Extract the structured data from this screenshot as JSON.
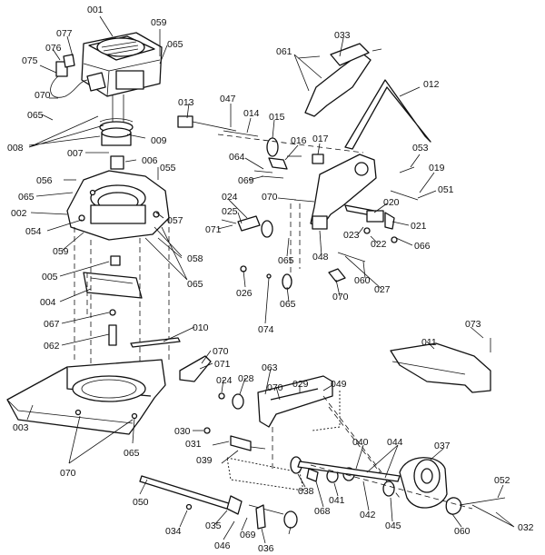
{
  "callouts": [
    {
      "id": "001",
      "text": "001"
    },
    {
      "id": "059a",
      "text": "059"
    },
    {
      "id": "065a",
      "text": "065"
    },
    {
      "id": "077",
      "text": "077"
    },
    {
      "id": "076",
      "text": "076"
    },
    {
      "id": "075",
      "text": "075"
    },
    {
      "id": "070a",
      "text": "070"
    },
    {
      "id": "065b",
      "text": "065"
    },
    {
      "id": "008",
      "text": "008"
    },
    {
      "id": "009",
      "text": "009"
    },
    {
      "id": "007",
      "text": "007"
    },
    {
      "id": "006",
      "text": "006"
    },
    {
      "id": "056",
      "text": "056"
    },
    {
      "id": "055",
      "text": "055"
    },
    {
      "id": "065c",
      "text": "065"
    },
    {
      "id": "002",
      "text": "002"
    },
    {
      "id": "054",
      "text": "054"
    },
    {
      "id": "057",
      "text": "057"
    },
    {
      "id": "059b",
      "text": "059"
    },
    {
      "id": "058",
      "text": "058"
    },
    {
      "id": "065d",
      "text": "065"
    },
    {
      "id": "005",
      "text": "005"
    },
    {
      "id": "004",
      "text": "004"
    },
    {
      "id": "067",
      "text": "067"
    },
    {
      "id": "062",
      "text": "062"
    },
    {
      "id": "010",
      "text": "010"
    },
    {
      "id": "003",
      "text": "003"
    },
    {
      "id": "065e",
      "text": "065"
    },
    {
      "id": "070b",
      "text": "070"
    },
    {
      "id": "013",
      "text": "013"
    },
    {
      "id": "047",
      "text": "047"
    },
    {
      "id": "014",
      "text": "014"
    },
    {
      "id": "015",
      "text": "015"
    },
    {
      "id": "033",
      "text": "033"
    },
    {
      "id": "061",
      "text": "061"
    },
    {
      "id": "012",
      "text": "012"
    },
    {
      "id": "016",
      "text": "016"
    },
    {
      "id": "017",
      "text": "017"
    },
    {
      "id": "053",
      "text": "053"
    },
    {
      "id": "064",
      "text": "064"
    },
    {
      "id": "069a",
      "text": "069"
    },
    {
      "id": "019",
      "text": "019"
    },
    {
      "id": "051",
      "text": "051"
    },
    {
      "id": "070c",
      "text": "070"
    },
    {
      "id": "024a",
      "text": "024"
    },
    {
      "id": "025",
      "text": "025"
    },
    {
      "id": "071a",
      "text": "071"
    },
    {
      "id": "020",
      "text": "020"
    },
    {
      "id": "021",
      "text": "021"
    },
    {
      "id": "023",
      "text": "023"
    },
    {
      "id": "022",
      "text": "022"
    },
    {
      "id": "066",
      "text": "066"
    },
    {
      "id": "048",
      "text": "048"
    },
    {
      "id": "065f",
      "text": "065"
    },
    {
      "id": "060a",
      "text": "060"
    },
    {
      "id": "027",
      "text": "027"
    },
    {
      "id": "070d",
      "text": "070"
    },
    {
      "id": "026",
      "text": "026"
    },
    {
      "id": "065g",
      "text": "065"
    },
    {
      "id": "074",
      "text": "074"
    },
    {
      "id": "073",
      "text": "073"
    },
    {
      "id": "011",
      "text": "011"
    },
    {
      "id": "070e",
      "text": "070"
    },
    {
      "id": "071b",
      "text": "071"
    },
    {
      "id": "024b",
      "text": "024"
    },
    {
      "id": "028",
      "text": "028"
    },
    {
      "id": "063",
      "text": "063"
    },
    {
      "id": "070f",
      "text": "070"
    },
    {
      "id": "029",
      "text": "029"
    },
    {
      "id": "049",
      "text": "049"
    },
    {
      "id": "030",
      "text": "030"
    },
    {
      "id": "031",
      "text": "031"
    },
    {
      "id": "039",
      "text": "039"
    },
    {
      "id": "040",
      "text": "040"
    },
    {
      "id": "044",
      "text": "044"
    },
    {
      "id": "037",
      "text": "037"
    },
    {
      "id": "038",
      "text": "038"
    },
    {
      "id": "068",
      "text": "068"
    },
    {
      "id": "041",
      "text": "041"
    },
    {
      "id": "042",
      "text": "042"
    },
    {
      "id": "045",
      "text": "045"
    },
    {
      "id": "060b",
      "text": "060"
    },
    {
      "id": "052",
      "text": "052"
    },
    {
      "id": "032",
      "text": "032"
    },
    {
      "id": "050",
      "text": "050"
    },
    {
      "id": "034",
      "text": "034"
    },
    {
      "id": "035",
      "text": "035"
    },
    {
      "id": "069b",
      "text": "069"
    },
    {
      "id": "046",
      "text": "046"
    },
    {
      "id": "036",
      "text": "036"
    }
  ]
}
